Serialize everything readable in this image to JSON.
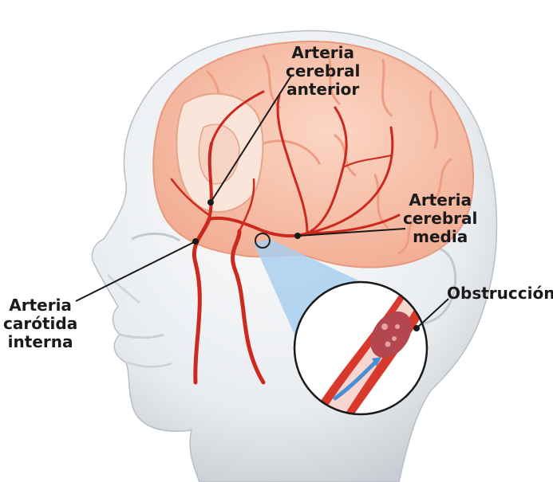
{
  "labels": {
    "anterior": [
      "Arteria",
      "cerebral",
      "anterior"
    ],
    "media": [
      "Arteria",
      "cerebral",
      "media"
    ],
    "carotida": [
      "Arteria",
      "carótida",
      "interna"
    ],
    "obstruccion": "Obstrucción"
  },
  "colors": {
    "head": "#eef0f2",
    "head_shadow": "#c9cdd2",
    "brain": "#f7c4ac",
    "brain_fold": "#ef9f84",
    "artery": "#cc2a1f",
    "callout_wedge": "#a9cfee",
    "plaque": "#b4464f"
  },
  "icons": {
    "flow_arrow": "blood-flow-arrow-icon"
  }
}
